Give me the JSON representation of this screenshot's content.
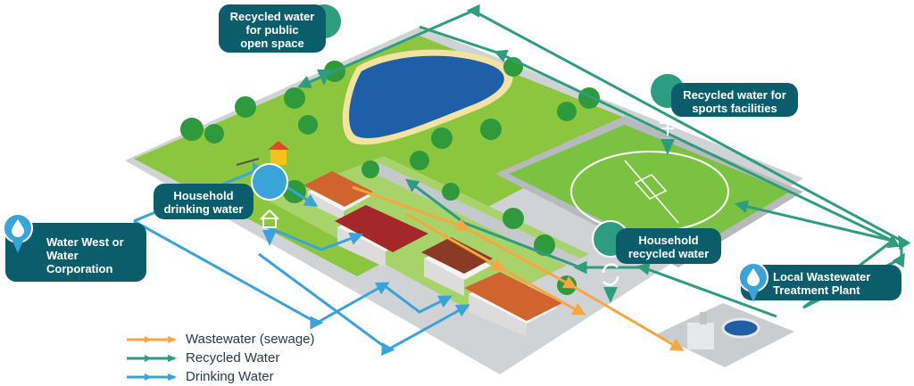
{
  "callouts": {
    "public_open_space": "Recycled water\nfor public\nopen space",
    "sports_facilities": "Recycled water for\nsports facilities",
    "household_drinking": "Household\ndrinking water",
    "water_corporation": "Water West or\nWater Corporation",
    "household_recycled": "Household\nrecycled water",
    "treatment_plant": "Local Wastewater\nTreatment Plant"
  },
  "legend": {
    "wastewater": "Wastewater (sewage)",
    "recycled": "Recycled Water",
    "drinking": "Drinking Water"
  },
  "colors": {
    "wastewater": "#f7a640",
    "recycled": "#2e9c7e",
    "drinking": "#3aa3d8",
    "callout": "#0b5d6b",
    "grass": "#8cc63f",
    "sports_field": "#7cc242",
    "lake": "#1f5fa8"
  },
  "icons": [
    "water-drop-icon",
    "house-icon",
    "sprinkler-icon",
    "recycle-icon",
    "treatment-plant-icon"
  ]
}
